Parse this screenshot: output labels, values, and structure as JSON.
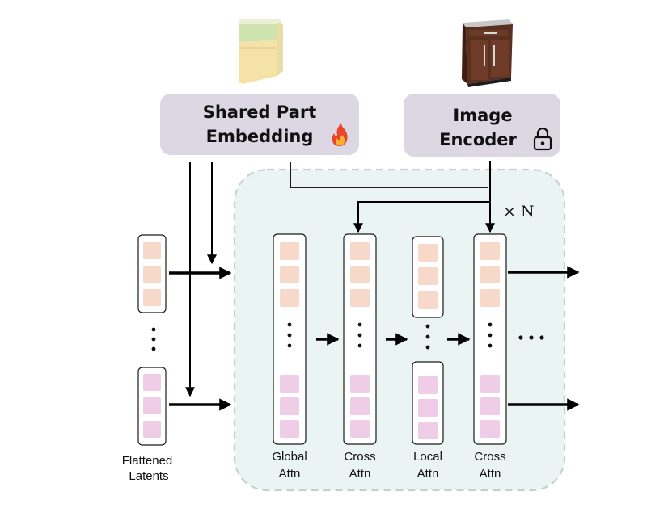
{
  "embedding_box": {
    "line1": "Shared Part",
    "line2": "Embedding",
    "status_icon": "flame-icon"
  },
  "encoder_box": {
    "line1": "Image",
    "line2": "Encoder",
    "status_icon": "lock-icon"
  },
  "repeat_label": "× N",
  "inputs": {
    "line1": "Flattened",
    "line2": "Latents"
  },
  "blocks": [
    {
      "line1": "Global",
      "line2": "Attn"
    },
    {
      "line1": "Cross",
      "line2": "Attn"
    },
    {
      "line1": "Local",
      "line2": "Attn"
    },
    {
      "line1": "Cross",
      "line2": "Attn"
    }
  ],
  "illustrations": [
    "part-render-image",
    "cabinet-photo"
  ],
  "colors": {
    "module_fill": "#dcd7e2",
    "stack_region_fill": "#e9f4f3",
    "stack_region_border": "#c9cfcf",
    "token_top": "#f6d9c9",
    "token_bottom": "#f0cde6"
  }
}
